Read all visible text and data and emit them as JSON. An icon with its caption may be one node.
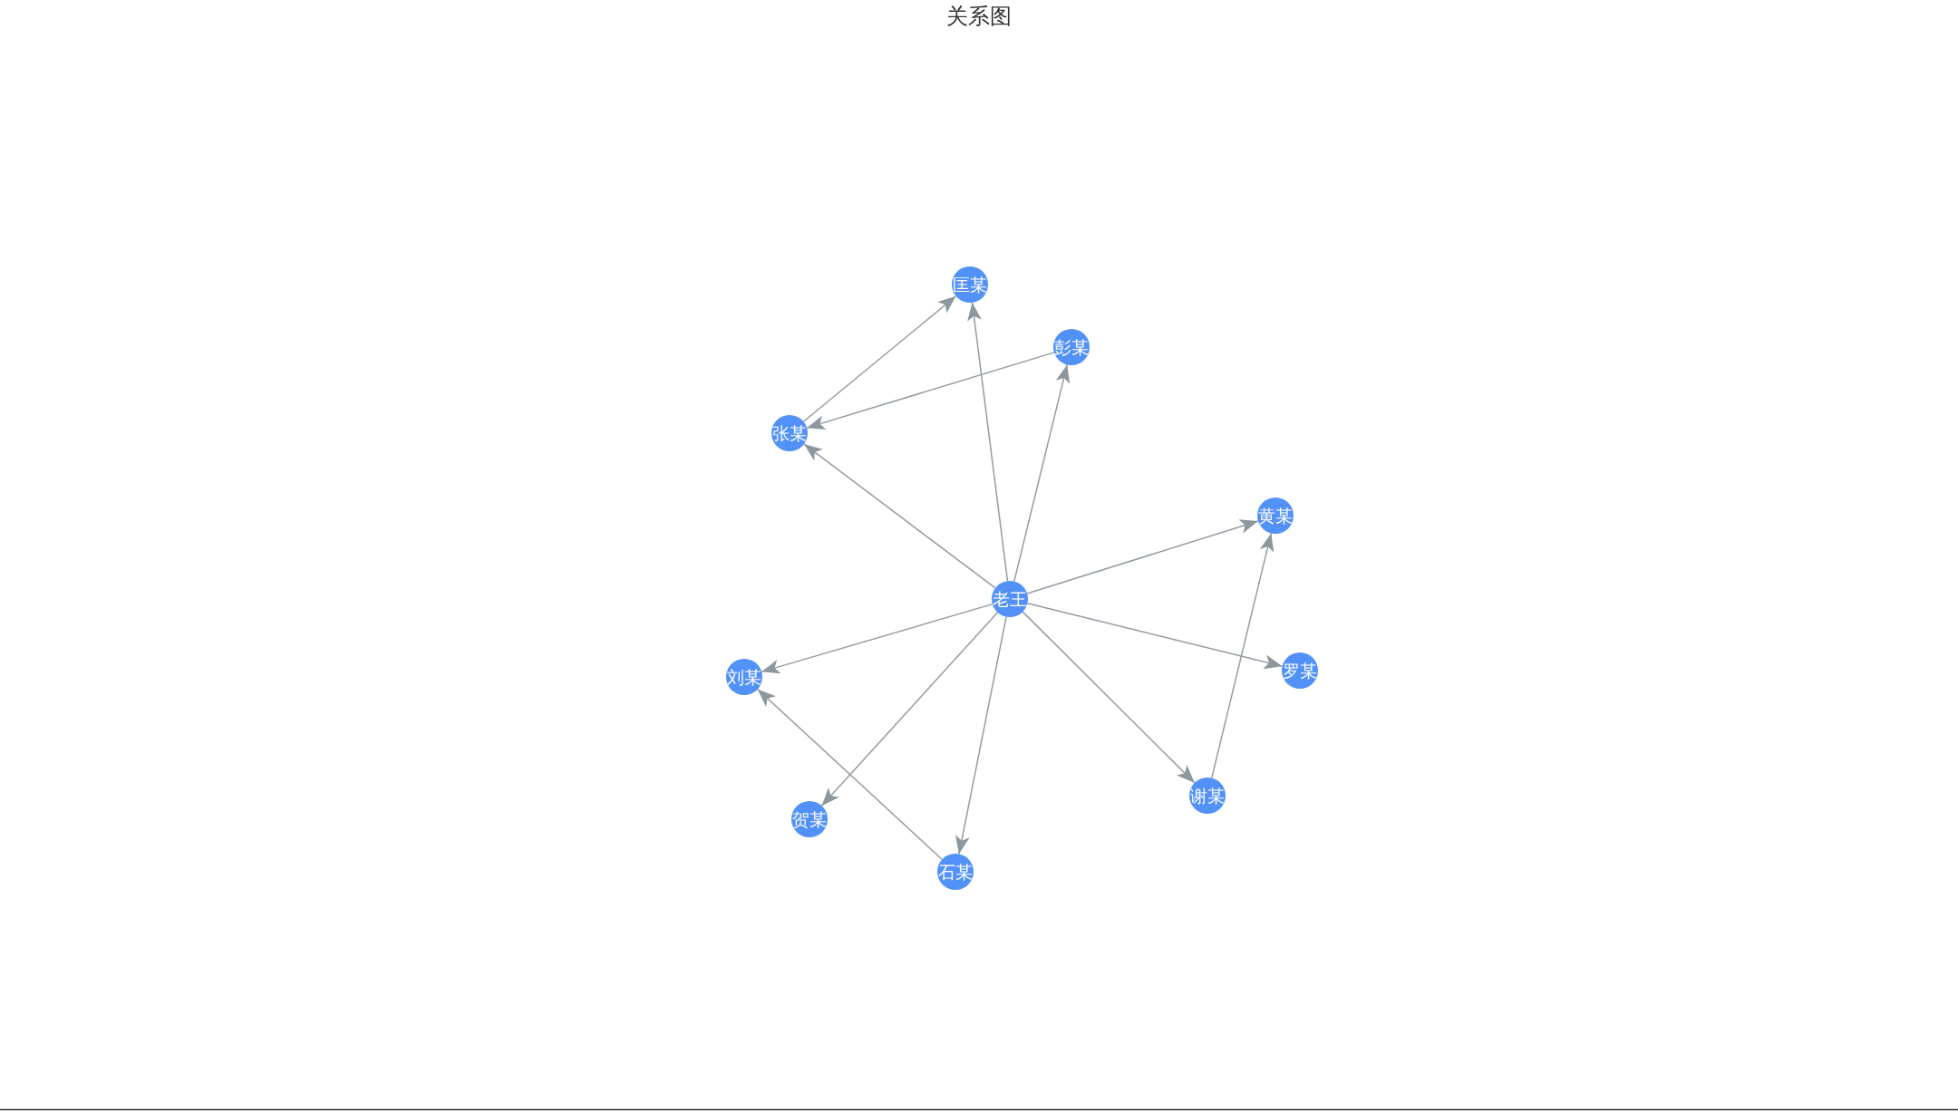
{
  "diagram": {
    "title": "关系图",
    "nodes": [
      {
        "text": [
          "老王"
        ]
      },
      {
        "text": [
          "匡某"
        ]
      },
      {
        "text": [
          "彭某"
        ]
      },
      {
        "text": [
          "张某"
        ]
      },
      {
        "text": [
          "黄某"
        ]
      },
      {
        "text": [
          "罗某"
        ]
      },
      {
        "text": [
          "刘某"
        ]
      },
      {
        "text": [
          "谢某"
        ]
      },
      {
        "text": [
          "贺某"
        ]
      },
      {
        "text": [
          "石某"
        ]
      }
    ],
    "edges": [
      {
        "from": 0,
        "to": 1,
        "arrow": "to"
      },
      {
        "from": 0,
        "to": 2,
        "arrow": "to"
      },
      {
        "from": 0,
        "to": 3,
        "arrow": "to"
      },
      {
        "from": 0,
        "to": 4,
        "arrow": "to"
      },
      {
        "from": 0,
        "to": 5,
        "arrow": "to"
      },
      {
        "from": 0,
        "to": 6,
        "arrow": "to"
      },
      {
        "from": 0,
        "to": 7,
        "arrow": "to"
      },
      {
        "from": 0,
        "to": 8,
        "arrow": "to"
      },
      {
        "from": 0,
        "to": 9,
        "arrow": "to"
      },
      {
        "from": 3,
        "to": 1,
        "arrow": "to"
      },
      {
        "from": 2,
        "to": 3,
        "arrow": "to"
      },
      {
        "from": 7,
        "to": 4,
        "arrow": "to"
      },
      {
        "from": 9,
        "to": 6,
        "arrow": "to"
      }
    ]
  }
}
